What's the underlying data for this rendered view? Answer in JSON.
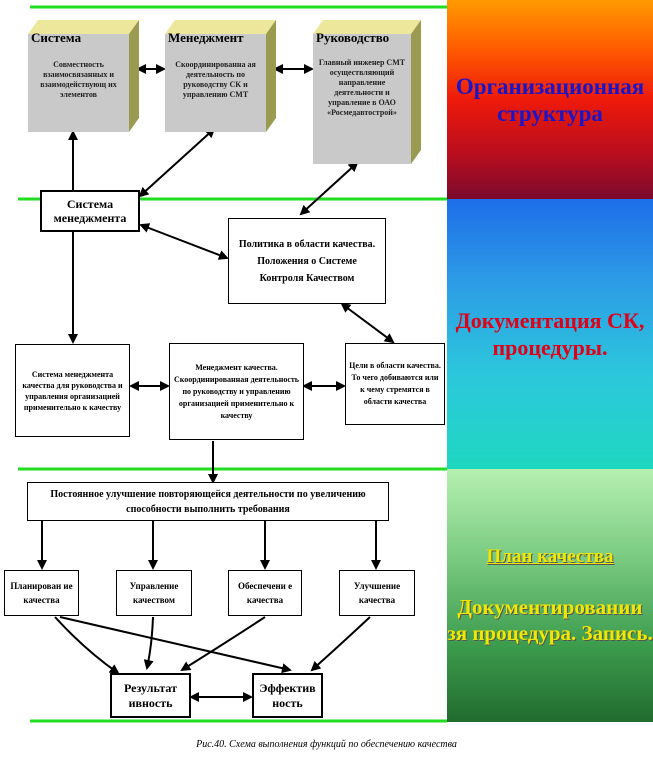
{
  "bands": {
    "org": "Организационная структура",
    "doc": "Документация СК, процедуры.",
    "plan": "План качества",
    "record": "Документировании зя процедура. Запись."
  },
  "cubes": {
    "system": {
      "title": "Система",
      "text": "Совместность взаимосвязанных и взаимодействующ их элементов"
    },
    "management": {
      "title": "Менеджмент",
      "text": "Скоординированна ая деятельность по руководству СК и управлению СМТ"
    },
    "leadership": {
      "title": "Руководство",
      "text": "Главный инженер СМТ осуществляющий направление деятельности и управление в ОАО «Росмедавтострой»"
    }
  },
  "boxes": {
    "qms": "Система менеджмента",
    "policy": "Политика в области качества. Положения о Системе Контроля Качеством",
    "qms_desc": "Система менеджмента качества для руководства и управления организацией применительно к качеству",
    "qm_desc": "Менеджмент качества. Скоординированная деятельность по руководству и управлению организацией применительно к качеству",
    "goals": "Цели в области качества. То чего добиваются или к чему стремятся в области качества",
    "improvement": "Постоянное улучшение повторяющейся деятельности по увеличению способности выполнить требования",
    "planning": "Планирован ие качества",
    "control": "Управление качеством",
    "assurance": "Обеспечени е качества",
    "improve_q": "Улучшение качества",
    "result": "Результат ивность",
    "efficiency": "Эффектив ность"
  },
  "caption": "Рис.40. Схема выполнения функций по обеспечению качества",
  "colors": {
    "divider": "#22dd22",
    "arrow": "#000000",
    "org_text": "#1a16c8",
    "doc_text": "#e00018",
    "plan_text": "#f0e800"
  }
}
